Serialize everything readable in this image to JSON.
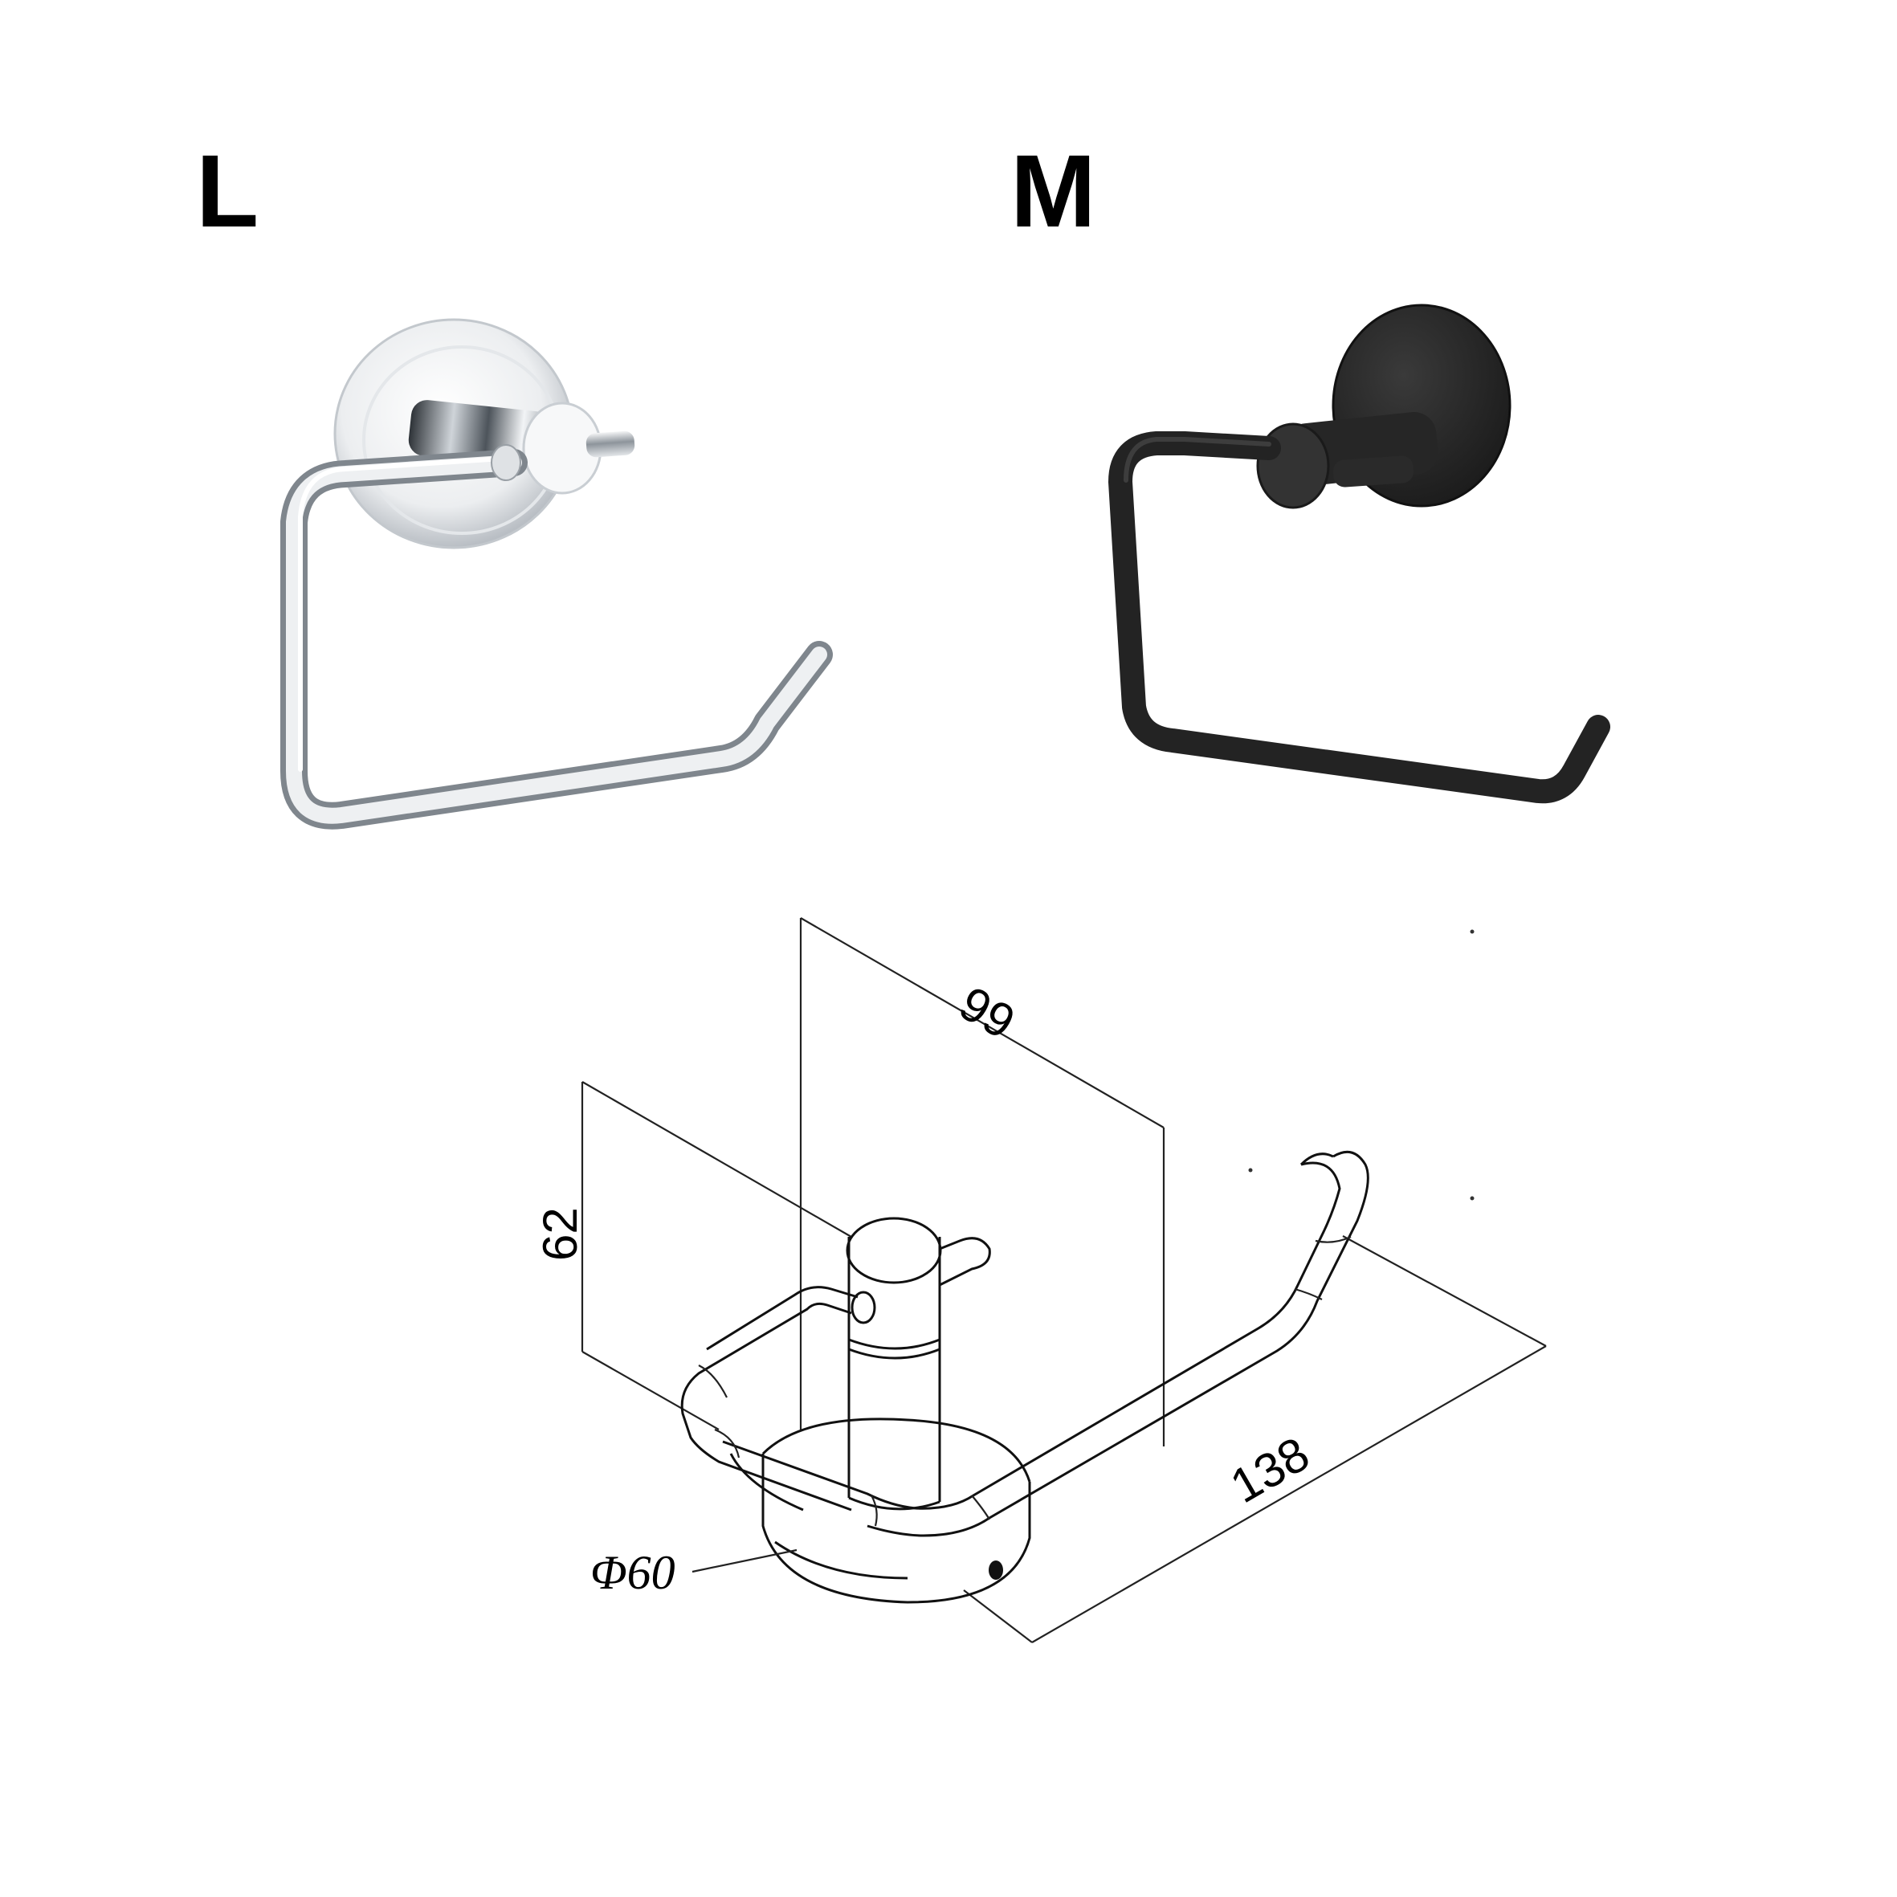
{
  "variants": [
    {
      "label": "L",
      "finish": "chrome",
      "color": "#c8ccd2"
    },
    {
      "label": "M",
      "finish": "matte-black",
      "color": "#2b2b2b"
    }
  ],
  "drawing": {
    "depth": "99",
    "height": "62",
    "width": "138",
    "base_diameter": "Φ60"
  }
}
